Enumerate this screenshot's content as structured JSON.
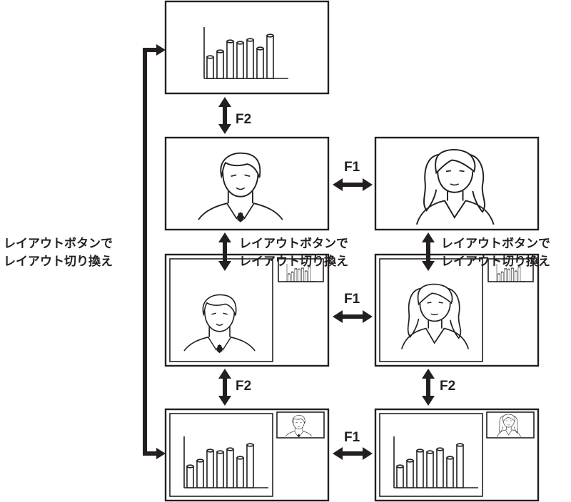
{
  "labels": {
    "f1": "F1",
    "f2": "F2",
    "layout_button_line1": "レイアウトボタンで",
    "layout_button_line2": "レイアウト切り換え"
  }
}
